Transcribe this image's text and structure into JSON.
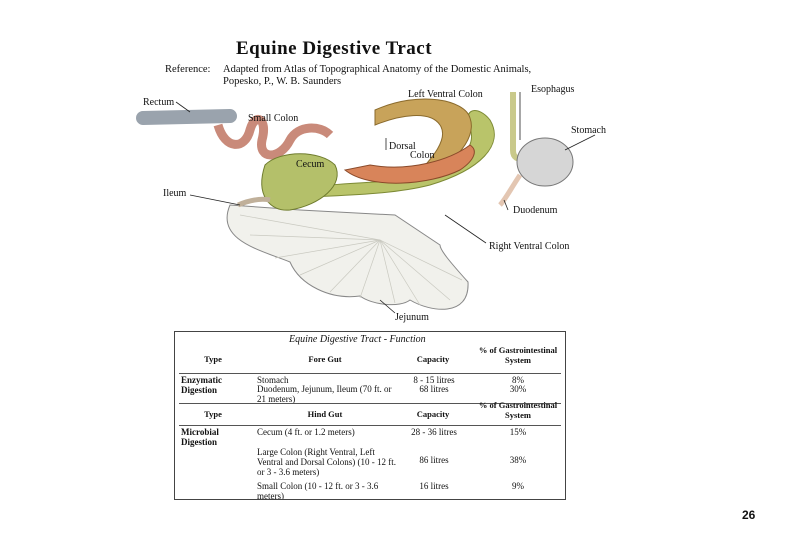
{
  "title": "Equine Digestive Tract",
  "reference": {
    "label": "Reference:",
    "line1": "Adapted from Atlas of Topographical Anatomy of the Domestic Animals,",
    "line2": "Popesko, P., W. B. Saunders"
  },
  "diagram": {
    "labels": {
      "rectum": "Rectum",
      "small_colon": "Small Colon",
      "left_ventral_colon": "Left Ventral Colon",
      "esophagus": "Esophagus",
      "stomach": "Stomach",
      "dorsal": "Dorsal",
      "colon": "Colon",
      "cecum": "Cecum",
      "ileum": "Ileum",
      "duodenum": "Duodenum",
      "right_ventral_colon": "Right Ventral Colon",
      "jejunum": "Jejunum"
    }
  },
  "table": {
    "caption": "Equine Digestive Tract - Function",
    "header1": {
      "type": "Type",
      "gut": "Fore Gut",
      "capacity": "Capacity",
      "pct": "% of Gastrointestinal System"
    },
    "enzymatic": {
      "type": "Enzymatic Digestion",
      "rows": [
        {
          "gut": "Stomach",
          "capacity": "8 - 15 litres",
          "pct": "8%"
        },
        {
          "gut": "Duodenum, Jejunum, Ileum (70 ft. or 21 meters)",
          "capacity": "68 litres",
          "pct": "30%"
        }
      ]
    },
    "header2": {
      "type": "Type",
      "gut": "Hind Gut",
      "capacity": "Capacity",
      "pct": "% of Gastrointestinal System"
    },
    "microbial": {
      "type": "Microbial Digestion",
      "rows": [
        {
          "gut": "Cecum (4 ft. or 1.2 meters)",
          "capacity": "28 - 36 litres",
          "pct": "15%"
        },
        {
          "gut": "Large Colon (Right Ventral, Left Ventral and Dorsal Colons) (10 - 12 ft. or 3 - 3.6 meters)",
          "capacity": "86 litres",
          "pct": "38%"
        },
        {
          "gut": "Small Colon (10 - 12 ft. or 3 - 3.6 meters)",
          "capacity": "16 litres",
          "pct": "9%"
        }
      ]
    }
  },
  "page_number": "26"
}
